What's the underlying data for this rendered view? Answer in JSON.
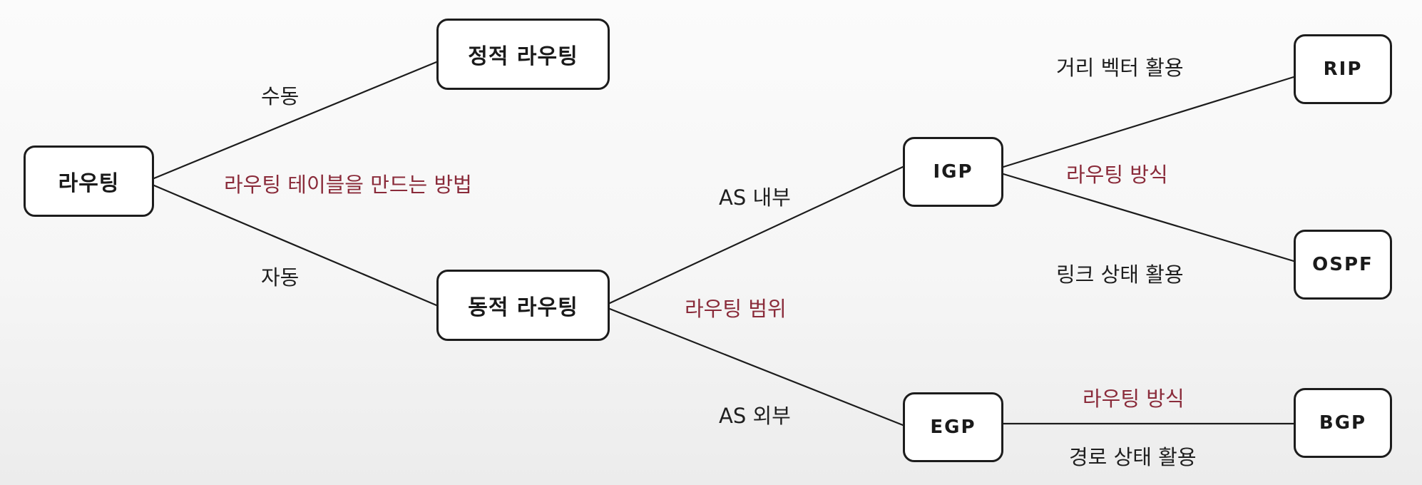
{
  "nodes": {
    "routing": "라우팅",
    "static_routing": "정적 라우팅",
    "dynamic_routing": "동적 라우팅",
    "igp": "IGP",
    "egp": "EGP",
    "rip": "RIP",
    "ospf": "OSPF",
    "bgp": "BGP"
  },
  "edge_labels": {
    "manual": "수동",
    "automatic": "자동",
    "as_internal": "AS 내부",
    "as_external": "AS 외부",
    "distance_vector": "거리 벡터 활용",
    "link_state": "링크 상태 활용",
    "path_state": "경로 상태 활용"
  },
  "annotations": {
    "table_method": "라우팅 테이블을 만드는 방법",
    "routing_scope": "라우팅 범위",
    "routing_method_igp": "라우팅 방식",
    "routing_method_egp": "라우팅 방식"
  },
  "colors": {
    "line": "#1c1c1c",
    "annotation": "#8a2b3a"
  }
}
